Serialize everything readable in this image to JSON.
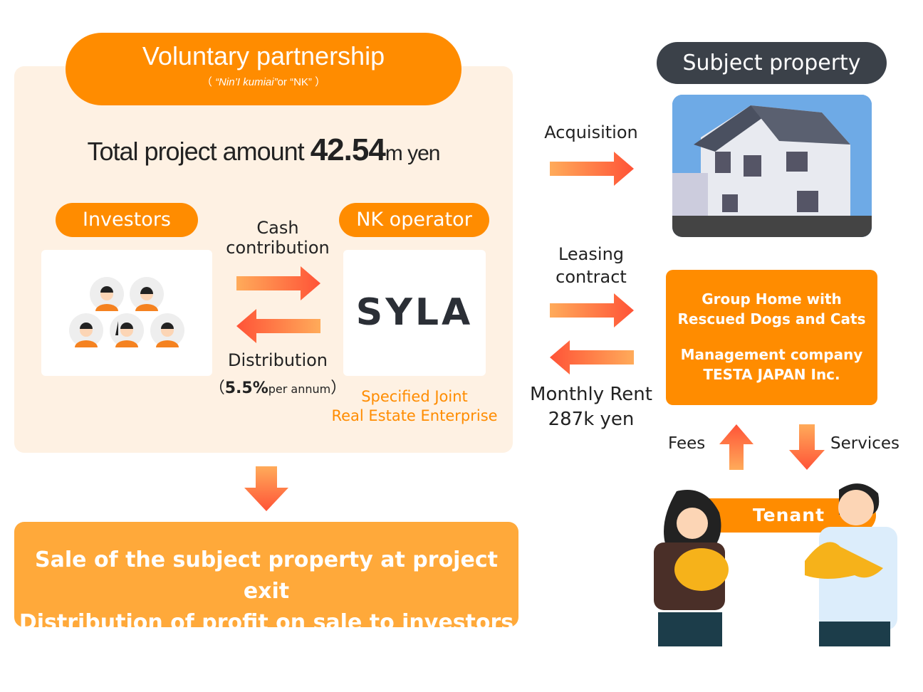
{
  "partnership": {
    "title": "Voluntary partnership",
    "subtitle_open": "（ ",
    "subtitle_italic": "“Nin’I kumiai”",
    "subtitle_rest": "or “NK” ）"
  },
  "total": {
    "label": "Total project amount ",
    "value": "42.54",
    "unit": "m yen"
  },
  "investors": {
    "label": "Investors"
  },
  "cash": {
    "line1": "Cash",
    "line2": "contribution"
  },
  "distribution": {
    "label": "Distribution",
    "rate_open": "（",
    "rate": "5.5%",
    "rate_unit": "per annum",
    "rate_close": "）"
  },
  "operator": {
    "label": "NK operator",
    "logo": "SYLA",
    "desc1": "Specified Joint",
    "desc2": "Real Estate Enterprise"
  },
  "exit": {
    "line1": "Sale of the subject property at project exit",
    "line2": "Distribution of profit on sale to investors"
  },
  "property": {
    "label": "Subject property"
  },
  "acquisition": "Acquisition",
  "leasing": {
    "line1": "Leasing",
    "line2": "contract"
  },
  "rent": {
    "line1": "Monthly Rent",
    "line2": "287k yen"
  },
  "manager": {
    "line1": "Group Home with",
    "line2": "Rescued Dogs and Cats",
    "line3": "Management company",
    "line4": "TESTA JAPAN Inc."
  },
  "fees": "Fees",
  "services": "Services",
  "tenant": "Tenant",
  "colors": {
    "orange": "#ff8c00",
    "panel": "#fef1e3",
    "dark": "#3b4149"
  }
}
